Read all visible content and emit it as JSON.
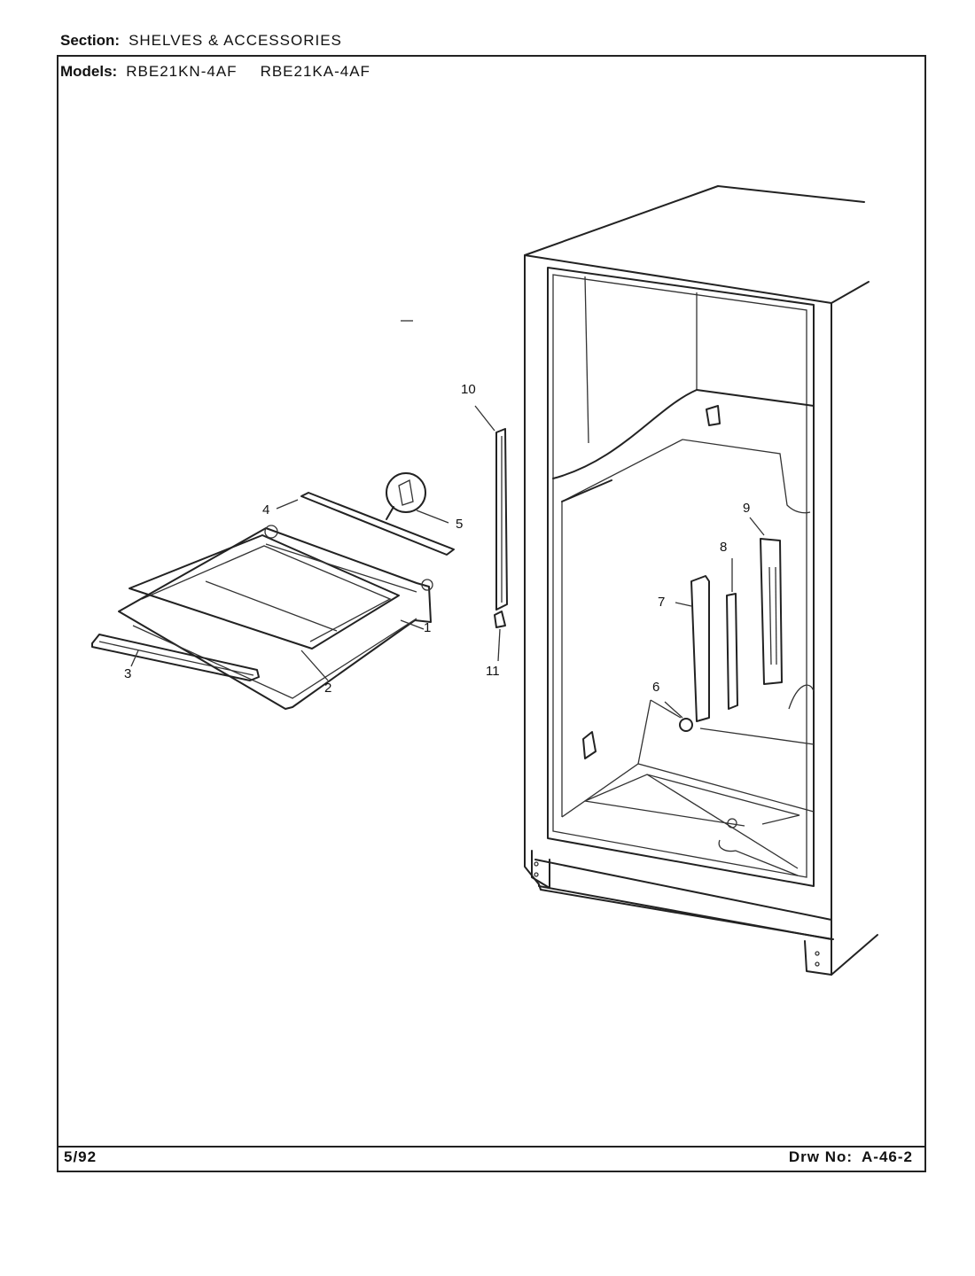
{
  "header": {
    "section_label": "Section:",
    "section_value": "SHELVES & ACCESSORIES",
    "models_label": "Models:",
    "model_1": "RBE21KN-4AF",
    "model_2": "RBE21KA-4AF"
  },
  "footer": {
    "date": "5/92",
    "drawing_label": "Drw No:",
    "drawing_number": "A-46-2"
  },
  "callouts": [
    "1",
    "2",
    "3",
    "4",
    "5",
    "6",
    "7",
    "8",
    "9",
    "10",
    "11"
  ]
}
